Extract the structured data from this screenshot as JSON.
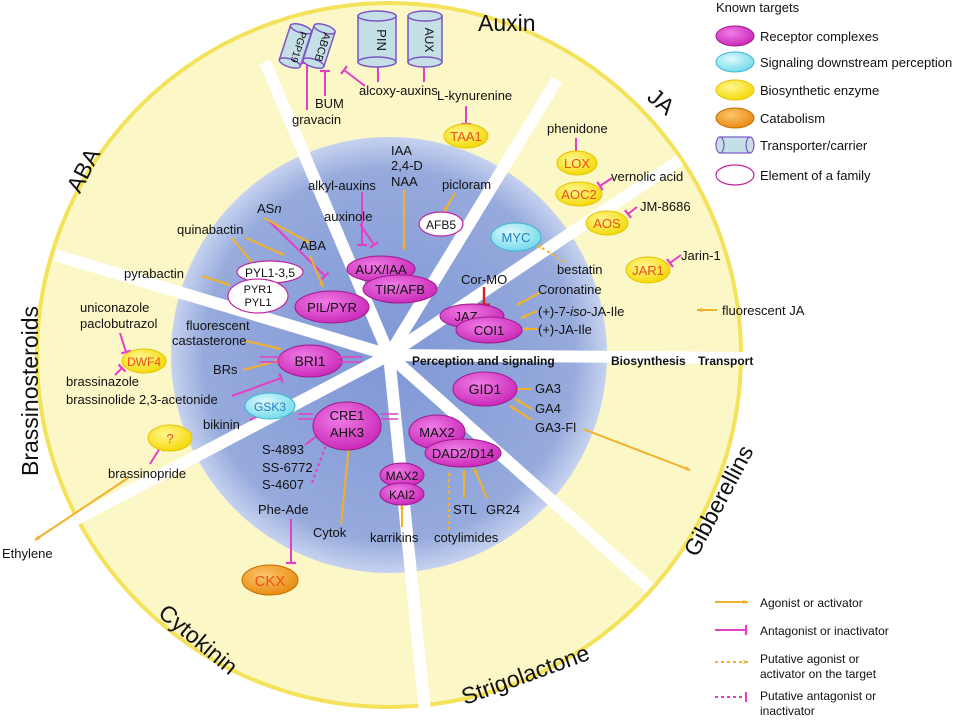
{
  "colors": {
    "outer_fill": "#fbf7c6",
    "outer_stroke": "#f3e25a",
    "inner_fill": "#8fa3d8",
    "inner_glow": "#b3c2e8",
    "receptor": "#d43ac7",
    "signaling": "#79e1f1",
    "biosynthetic": "#f7ec27",
    "catabolism": "#f39a2a",
    "transporter": "#c5dfe6",
    "transporter_edge": "#7b55c4",
    "element_edge": "#c4239c",
    "agonist": "#f2b12a",
    "antagonist": "#e63ec6",
    "text_orange": "#e9501a",
    "cor_mo": "#d81e1e"
  },
  "legend": {
    "title": "Known targets",
    "targets": [
      {
        "label": "Receptor complexes",
        "shape": "receptor"
      },
      {
        "label": "Signaling downstream perception",
        "shape": "signaling"
      },
      {
        "label": "Biosynthetic enzyme",
        "shape": "biosynthetic"
      },
      {
        "label": "Catabolism",
        "shape": "catabolism"
      },
      {
        "label": "Transporter/carrier",
        "shape": "transporter"
      },
      {
        "label": "Element of a family",
        "shape": "element"
      }
    ],
    "arrows": [
      {
        "lines": [
          "Agonist or activator"
        ]
      },
      {
        "lines": [
          "Antagonist or inactivator"
        ]
      },
      {
        "lines": [
          "Putative agonist or",
          "activator on the target"
        ]
      },
      {
        "lines": [
          "Putative antagonist or",
          "inactivator"
        ]
      }
    ]
  },
  "hormones": {
    "auxin": "Auxin",
    "ja": "JA",
    "aba": "ABA",
    "brassinosteroids": "Brassinosteroids",
    "gibberellins": "Gibberellins",
    "cytokinin": "Cytokinin",
    "strigolactone": "Strigolactone"
  },
  "ring_labels": {
    "perception": "Perception and signaling",
    "biosynthesis": "Biosynthesis",
    "transport": "Transport"
  },
  "targets": {
    "pgp19": "PGP19",
    "abcb": "ABCB",
    "pin": "PIN",
    "aux": "AUX",
    "taa1": "TAA1",
    "lox": "LOX",
    "aoc2": "AOC2",
    "aos": "AOS",
    "jar1": "JAR1",
    "myc": "MYC",
    "afb5": "AFB5",
    "aux_iaa": "AUX/IAA",
    "tir_afb": "TIR/AFB",
    "pyl1_3_5": "PYL1-3,5",
    "pyr1": "PYR1",
    "pyl1": "PYL1",
    "pil_pyr": "PIL/PYR",
    "jaz": "JAZ",
    "coi1": "COI1",
    "dwf4": "DWF4",
    "bri1": "BRI1",
    "gsk3": "GSK3",
    "unknown": "?",
    "gid1": "GID1",
    "cre1": "CRE1",
    "ahk3": "AHK3",
    "max2a": "MAX2",
    "dad2": "DAD2/D14",
    "max2b": "MAX2",
    "kai2": "KAI2",
    "ckx": "CKX"
  },
  "compounds": {
    "bum": "BUM",
    "gravacin": "gravacin",
    "alcoxy_auxins": "alcoxy-auxins",
    "l_kynurenine": "L-kynurenine",
    "phenidone": "phenidone",
    "vernolic_acid": "vernolic acid",
    "jm_8686": "JM-8686",
    "jarin_1": "Jarin-1",
    "fluorescent_ja": "fluorescent JA",
    "bestatin": "bestatin",
    "picloram": "picloram",
    "iaa": "IAA",
    "d24": "2,4-D",
    "naa": "NAA",
    "alkyl_auxins": "alkyl-auxins",
    "auxinole": "auxinole",
    "asn_base": "AS",
    "asn_n": "n",
    "quinabactin": "quinabactin",
    "pyrabactin": "pyrabactin",
    "aba_ligand": "ABA",
    "cor_mo": "Cor-MO",
    "coronatine": "Coronatine",
    "ja_ile_7_a": "(+)-7-",
    "ja_ile_7_b": "iso",
    "ja_ile_7_c": "-JA-Ile",
    "ja_ile": "(+)-JA-Ile",
    "uniconazole": "uniconazole",
    "paclobutrazol": "paclobutrazol",
    "brassinazole": "brassinazole",
    "fluorescent": "fluorescent",
    "castasterone": "castasterone",
    "brs": "BRs",
    "brassinolide": "brassinolide 2,3-acetonide",
    "bikinin": "bikinin",
    "brassinopride": "brassinopride",
    "ethylene": "Ethylene",
    "ga3": "GA3",
    "ga4": "GA4",
    "ga3_fi": "GA3-Fl",
    "s4893": "S-4893",
    "ss6772": "SS-6772",
    "s4607": "S-4607",
    "phe_ade": "Phe-Ade",
    "cytok": "Cytok",
    "karrikins": "karrikins",
    "cotylimides": "cotylimides",
    "stl": "STL",
    "gr24": "GR24"
  }
}
